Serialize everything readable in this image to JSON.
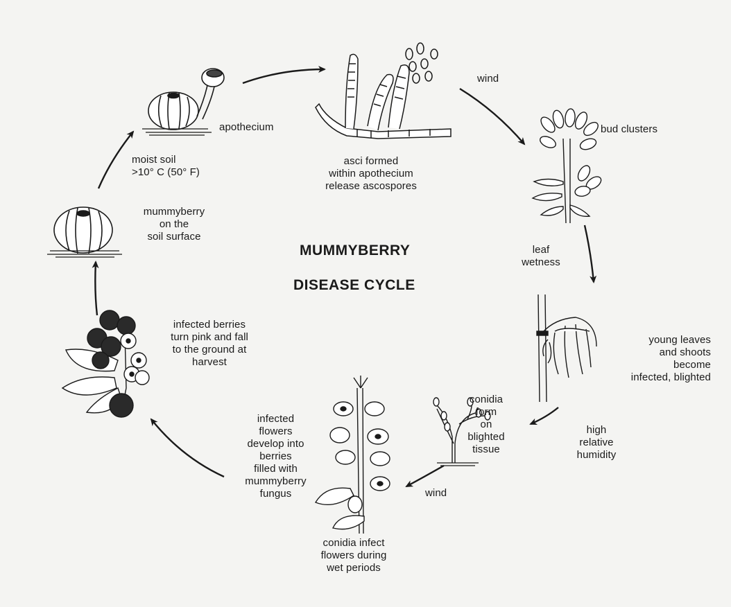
{
  "title": {
    "line1": "MUMMYBERRY",
    "line2": "DISEASE CYCLE"
  },
  "labels": {
    "apothecium": "apothecium",
    "moist_soil": "moist soil\n>10° C (50° F)",
    "mummyberry_soil": "mummyberry\non the\nsoil surface",
    "asci": "asci formed\nwithin apothecium\nrelease ascospores",
    "wind_top": "wind",
    "bud_clusters": "bud clusters",
    "leaf_wetness": "leaf\nwetness",
    "young_leaves": "young leaves\nand shoots\nbecome\ninfected, blighted",
    "high_humidity": "high\nrelative\nhumidity",
    "conidia_form": "conidia\nform\non\nblighted\ntissue",
    "wind_bottom": "wind",
    "conidia_infect": "conidia infect\nflowers during\nwet periods",
    "infected_flowers": "infected\nflowers\ndevelop into\nberries\nfilled with\nmummyberry\nfungus",
    "infected_berries": "infected berries\nturn pink and fall\nto the ground at\nharvest"
  },
  "icons": [
    "mummy-berry-icon",
    "apothecium-icon",
    "asci-icon",
    "bud-cluster-icon",
    "blighted-shoot-icon",
    "conidiophore-icon",
    "flowering-shoot-icon",
    "berry-cluster-icon"
  ],
  "colors": {
    "background": "#f4f4f2",
    "ink": "#1a1a1a"
  }
}
